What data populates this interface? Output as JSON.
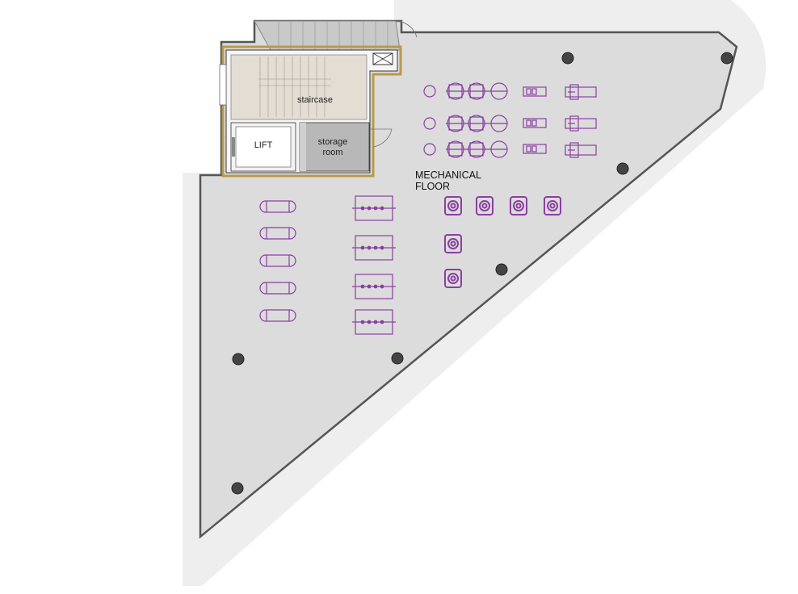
{
  "labels": {
    "staircase": "staircase",
    "lift": "LIFT",
    "storage_line1": "storage",
    "storage_line2": "room",
    "floor_line1": "MECHANICAL",
    "floor_line2": "FLOOR"
  },
  "colors": {
    "slab": "#dcdcdc",
    "margin": "#eeeeee",
    "outline": "#555555",
    "equipment": "#8a3fa0",
    "stair_fill": "#e4ddd4",
    "storage_fill": "#b8b8b8",
    "core_wall": "#b79a4a",
    "column": "#444444"
  }
}
